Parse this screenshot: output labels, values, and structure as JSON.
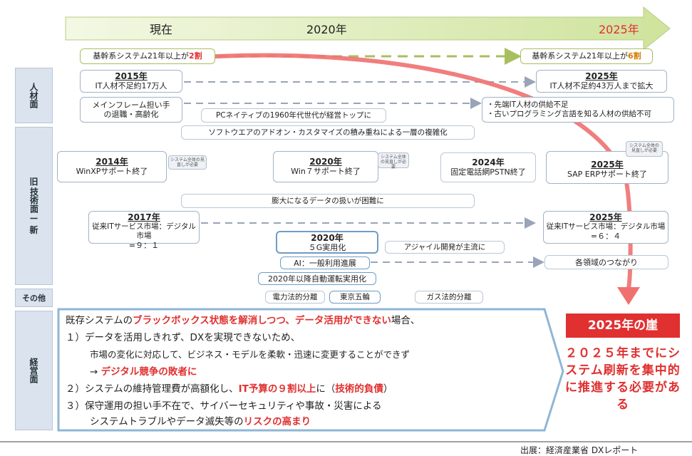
{
  "timeline": {
    "current": "現在",
    "year_2020": "2020年",
    "year_2025": "2025年"
  },
  "sidebar": {
    "jinzai": "人材面",
    "gijutsu_old": "旧",
    "gijutsu": "技術面",
    "dash": "ー",
    "new": "新",
    "other": "その他",
    "keiei": "経営面"
  },
  "core": {
    "left_prefix": "基幹系システム21年以上が",
    "left_value": "2割",
    "right_prefix": "基幹系システム21年以上が",
    "right_value": "6割"
  },
  "human": {
    "y2015_title": "2015年",
    "y2015_text": "IT人材不足約17万人",
    "y2025_title": "2025年",
    "y2025_text": "IT人材不足約43万人まで拡大",
    "mainframe_line1": "メインフレーム担い手",
    "mainframe_line2": "の退職・高齢化",
    "pc_native": "PCネイティブの1960年代世代が経営トップに",
    "supply_line1": "・先端IT人材の供給不足",
    "supply_line2": "・古いプログラミング言語を知る人材の供給不可",
    "software": "ソフトウエアのアドオン・カスタマイズの積み重ねによる一層の複雑化"
  },
  "tech": {
    "y2014_title": "2014年",
    "y2014_text": "WinXPサポート終了",
    "y2020_title": "2020年",
    "y2020_text": "Win７サポート終了",
    "y2024_title": "2024年",
    "y2024_text": "固定電話網PSTN終了",
    "y2025_title": "2025年",
    "y2025_text": "SAP ERPサポート終了",
    "note_text": "システム全体の見直しが必要",
    "data_difficulty": "膨大になるデータの扱いが困難に",
    "y2017_title": "2017年",
    "y2017_line1": "従来ITサービス市場：デジタル市場",
    "y2017_line2": "=９：１",
    "y2025b_title": "2025年",
    "y2025b_line1": "従来ITサービス市場：デジタル市場",
    "y2025b_line2": "=６：４",
    "g5_title": "2020年",
    "g5_text": "５G実用化",
    "agile": "アジャイル開発が主流に",
    "ai": "AI：一般利用進展",
    "connect": "各領域のつながり",
    "autodrive": "2020年以降自動運転実用化"
  },
  "other": {
    "power": "電力法的分離",
    "olympics": "東京五輪",
    "gas": "ガス法的分離"
  },
  "management": {
    "l1_a": "既存システムの",
    "l1_b": "ブラックボックス状態を解消しつつ、データ活用ができない",
    "l1_c": "場合、",
    "l2": "１）データを活用しきれず、DXを実現できないため、",
    "l3": "市場の変化に対応して、ビジネス・モデルを柔軟・迅速に変更することができず",
    "l4_a": "→ ",
    "l4_b": "デジタル競争の敗者に",
    "l5_a": "２）システムの維持管理費が高額化し、",
    "l5_b": "IT予算の９割以上",
    "l5_c": "に（",
    "l5_d": "技術的負債",
    "l5_e": "）",
    "l6": "３）保守運用の担い手不在で、サイバーセキュリティや事故・災害による",
    "l7_a": "システムトラブルやデータ滅失等の",
    "l7_b": "リスクの高まり"
  },
  "cliff": {
    "title": "2025年の崖",
    "message": "２０２５年までにシステム刷新を集中的に推進する必要がある"
  },
  "source": "出展：経済産業省 DXレポート",
  "colors": {
    "accent_red": "#e03030",
    "timeline_green": "#d4e6a8",
    "sidebar_blue": "#dbe3ef",
    "dash_gray": "#9aa4b8",
    "dash_green": "#a8bf60"
  }
}
